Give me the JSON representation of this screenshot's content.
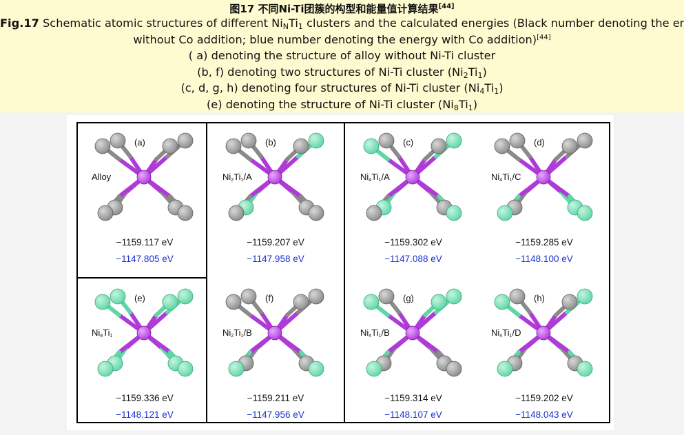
{
  "caption": {
    "zh_prefix": "图17",
    "zh_text": "不同Ni-Ti团簇的构型和能量值计算结果",
    "zh_ref": "[44]",
    "fig_prefix": "Fig.17",
    "line1_a": "Schematic atomic structures of different Ni",
    "line1_sub1": "N",
    "line1_b": "Ti",
    "line1_sub2": "1",
    "line1_c": "clusters and the calculated energies (Black number denoting the energy",
    "line2": "without Co addition; blue number denoting the energy with Co addition)",
    "line2_ref": "[44]",
    "line3": "( a) denoting the structure of alloy without Ni-Ti cluster",
    "line4_a": "(b, f) denoting two structures of Ni-Ti cluster (Ni",
    "line4_s1": "2",
    "line4_b": "Ti",
    "line4_s2": "1",
    "line4_c": ")",
    "line5_a": "(c, d, g, h) denoting four structures of Ni-Ti cluster (Ni",
    "line5_s1": "4",
    "line5_b": "Ti",
    "line5_s2": "1",
    "line5_c": ")",
    "line6_a": "(e) denoting the structure of Ni-Ti cluster (Ni",
    "line6_s1": "8",
    "line6_b": "Ti",
    "line6_s2": "1",
    "line6_c": ")"
  },
  "colors": {
    "caption_bg": "#fffbd0",
    "ti_atom": "#b03ad8",
    "ni_atom": "#5fd6a6",
    "matrix_atom": "#8a8a8a",
    "energy_black": "#111111",
    "energy_blue": "#1a2fd0"
  },
  "panels": [
    {
      "id": "a",
      "label": "(a)",
      "name_main": "Alloy",
      "name_s1": "",
      "name_mid": "",
      "name_s2": "",
      "name_end": "",
      "black": "−1159.117 eV",
      "blue": "−1147.805 eV",
      "atoms": [
        "g",
        "g",
        "g",
        "g",
        "g",
        "g",
        "g",
        "g"
      ]
    },
    {
      "id": "b",
      "label": "(b)",
      "name_main": "Ni",
      "name_s1": "2",
      "name_mid": "Ti",
      "name_s2": "1",
      "name_end": "/A",
      "black": "−1159.207 eV",
      "blue": "−1147.958 eV",
      "atoms": [
        "g",
        "g",
        "g",
        "c",
        "c",
        "g",
        "g",
        "g"
      ]
    },
    {
      "id": "c",
      "label": "(c)",
      "name_main": "Ni",
      "name_s1": "4",
      "name_mid": "Ti",
      "name_s2": "1",
      "name_end": "/A",
      "black": "−1159.302 eV",
      "blue": "−1147.088 eV",
      "atoms": [
        "c",
        "g",
        "g",
        "c",
        "c",
        "g",
        "g",
        "c"
      ]
    },
    {
      "id": "d",
      "label": "(d)",
      "name_main": "Ni",
      "name_s1": "4",
      "name_mid": "Ti",
      "name_s2": "1",
      "name_end": "/C",
      "black": "−1159.285 eV",
      "blue": "−1148.100 eV",
      "atoms": [
        "g",
        "g",
        "g",
        "g",
        "g",
        "c",
        "c",
        "c"
      ]
    },
    {
      "id": "e",
      "label": "(e)",
      "name_main": "Ni",
      "name_s1": "8",
      "name_mid": "Ti",
      "name_s2": "1",
      "name_end": "",
      "black": "−1159.336 eV",
      "blue": "−1148.121 eV",
      "atoms": [
        "c",
        "c",
        "c",
        "c",
        "c",
        "c",
        "c",
        "c"
      ]
    },
    {
      "id": "f",
      "label": "(f)",
      "name_main": "Ni",
      "name_s1": "2",
      "name_mid": "Ti",
      "name_s2": "1",
      "name_end": "/B",
      "black": "−1159.211 eV",
      "blue": "−1147.956 eV",
      "atoms": [
        "g",
        "g",
        "g",
        "g",
        "g",
        "c",
        "g",
        "c"
      ]
    },
    {
      "id": "g",
      "label": "(g)",
      "name_main": "Ni",
      "name_s1": "4",
      "name_mid": "Ti",
      "name_s2": "1",
      "name_end": "/B",
      "black": "−1159.314 eV",
      "blue": "−1148.107 eV",
      "atoms": [
        "c",
        "g",
        "c",
        "c",
        "g",
        "c",
        "g",
        "g"
      ]
    },
    {
      "id": "h",
      "label": "(h)",
      "name_main": "Ni",
      "name_s1": "4",
      "name_mid": "Ti",
      "name_s2": "1",
      "name_end": "/D",
      "black": "−1159.202 eV",
      "blue": "−1148.043 eV",
      "atoms": [
        "c",
        "g",
        "g",
        "c",
        "g",
        "c",
        "g",
        "c"
      ]
    }
  ]
}
